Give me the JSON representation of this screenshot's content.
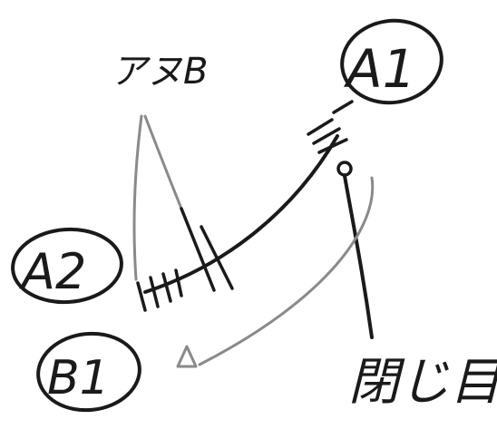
{
  "labels": {
    "a1": "A1",
    "a2": "A2",
    "b1": "B1",
    "top_note": "アヌB",
    "bottom_note": "閉じ目"
  }
}
